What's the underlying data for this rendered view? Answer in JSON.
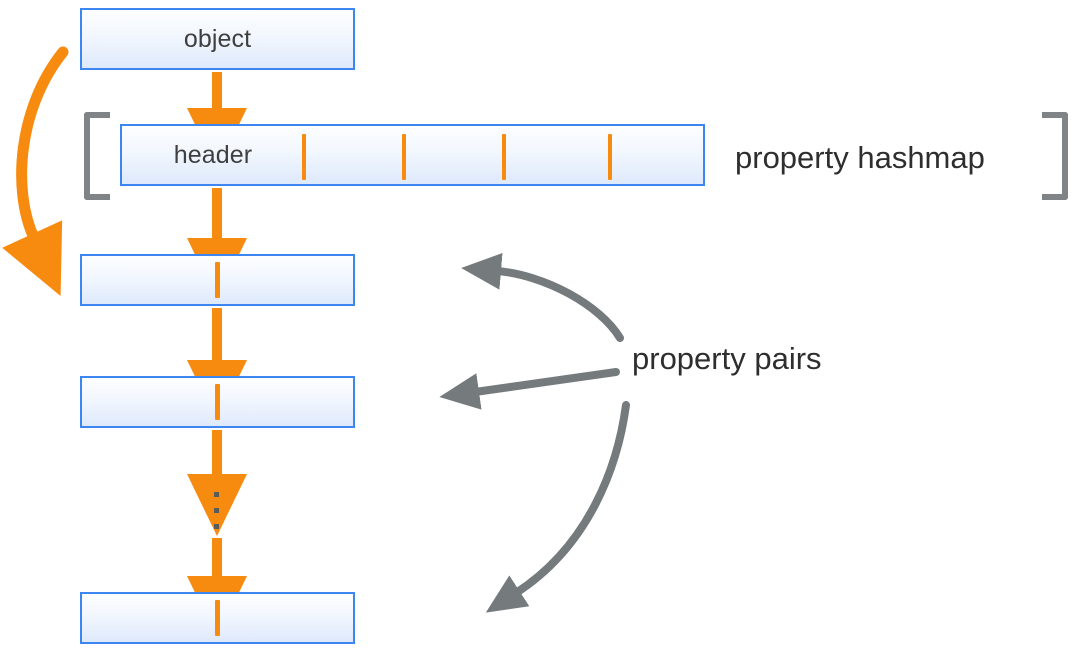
{
  "diagram": {
    "title": "object property hashmap and property pairs layout",
    "colors": {
      "box_border": "#3d85f0",
      "box_fill_top": "#fdfeff",
      "box_fill_bottom": "#dee9fb",
      "orange_accent": "#f78b0f",
      "gray_arrow": "#757b7d",
      "bracket": "#808487",
      "text": "#2e2e2e",
      "background": "#ffffff"
    },
    "boxes": [
      {
        "id": "object",
        "label": "object"
      },
      {
        "id": "hashmap",
        "label": "header"
      },
      {
        "id": "pair1",
        "label": ""
      },
      {
        "id": "pair2",
        "label": ""
      },
      {
        "id": "pair3",
        "label": ""
      }
    ],
    "labels": {
      "property_hashmap": "property hashmap",
      "property_pairs": "property pairs"
    },
    "brackets": {
      "left": "[",
      "right": "]"
    },
    "hashmap_cell_dividers": 4,
    "ellipsis_dots": 3,
    "arrows": {
      "orange_down_count": 4,
      "orange_curved_count": 1,
      "gray_pointer_count": 3
    }
  }
}
